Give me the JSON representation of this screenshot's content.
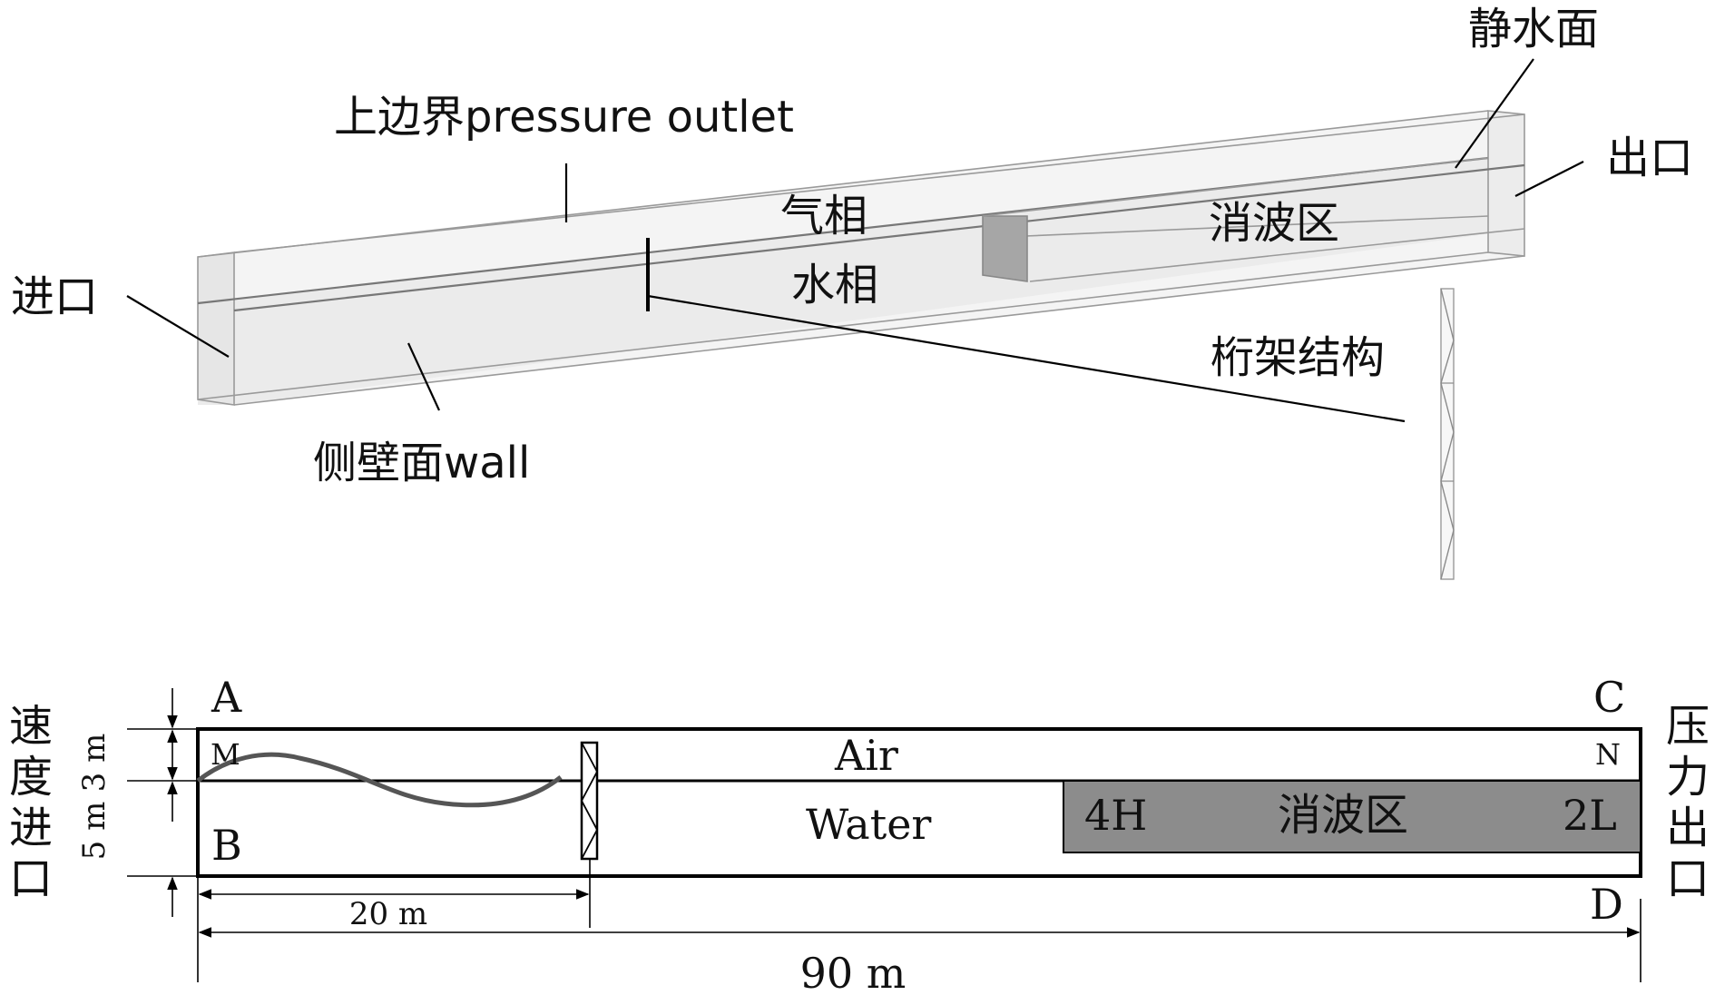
{
  "top_view": {
    "upper_boundary": "上边界pressure outlet",
    "still_water": "静水面",
    "outlet": "出口",
    "inlet": "进口",
    "gas_phase": "气相",
    "water_phase": "水相",
    "damping_zone": "消波区",
    "truss": "桁架结构",
    "side_wall": "侧壁面wall"
  },
  "bottom_view": {
    "corner_a": "A",
    "corner_b": "B",
    "corner_c": "C",
    "corner_d": "D",
    "point_m": "M",
    "point_n": "N",
    "air": "Air",
    "water": "Water",
    "damping_zone": "消波区",
    "damping_start": "4H",
    "damping_end": "2L",
    "velocity_inlet": [
      "速",
      "度",
      "进",
      "口"
    ],
    "pressure_outlet": [
      "压",
      "力",
      "出",
      "口"
    ],
    "dim_air_height": "3 m",
    "dim_water_depth": "5 m",
    "dim_structure_distance": "20 m",
    "dim_total_length": "90 m"
  },
  "colors": {
    "damping_fill": "#8c8c8c",
    "edge": "#9a9a9a",
    "line": "#000000"
  }
}
